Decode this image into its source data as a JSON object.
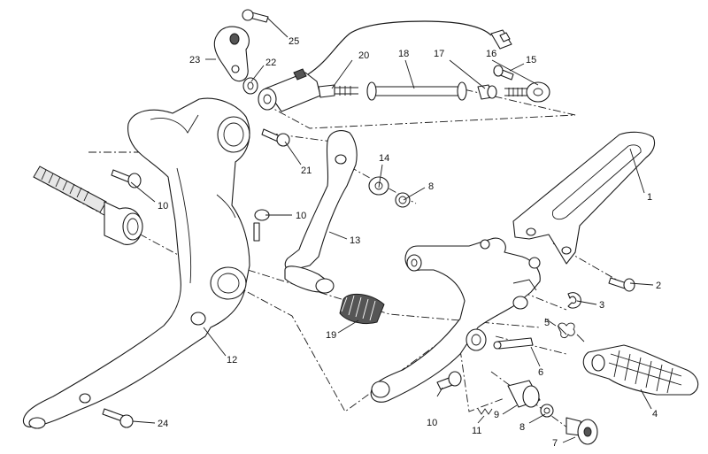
{
  "callouts": [
    {
      "id": "c1",
      "text": "1"
    },
    {
      "id": "c2",
      "text": "2"
    },
    {
      "id": "c3",
      "text": "3"
    },
    {
      "id": "c4",
      "text": "4"
    },
    {
      "id": "c5",
      "text": "5"
    },
    {
      "id": "c6",
      "text": "6"
    },
    {
      "id": "c7",
      "text": "7"
    },
    {
      "id": "c8a",
      "text": "8"
    },
    {
      "id": "c8b",
      "text": "8"
    },
    {
      "id": "c9",
      "text": "9"
    },
    {
      "id": "c10a",
      "text": "10"
    },
    {
      "id": "c10b",
      "text": "10"
    },
    {
      "id": "c10c",
      "text": "10"
    },
    {
      "id": "c11",
      "text": "11"
    },
    {
      "id": "c12",
      "text": "12"
    },
    {
      "id": "c13",
      "text": "13"
    },
    {
      "id": "c14",
      "text": "14"
    },
    {
      "id": "c15",
      "text": "15"
    },
    {
      "id": "c16",
      "text": "16"
    },
    {
      "id": "c17",
      "text": "17"
    },
    {
      "id": "c18",
      "text": "18"
    },
    {
      "id": "c19",
      "text": "19"
    },
    {
      "id": "c20",
      "text": "20"
    },
    {
      "id": "c21",
      "text": "21"
    },
    {
      "id": "c22",
      "text": "22"
    },
    {
      "id": "c23",
      "text": "23"
    },
    {
      "id": "c24",
      "text": "24"
    },
    {
      "id": "c25",
      "text": "25"
    }
  ]
}
